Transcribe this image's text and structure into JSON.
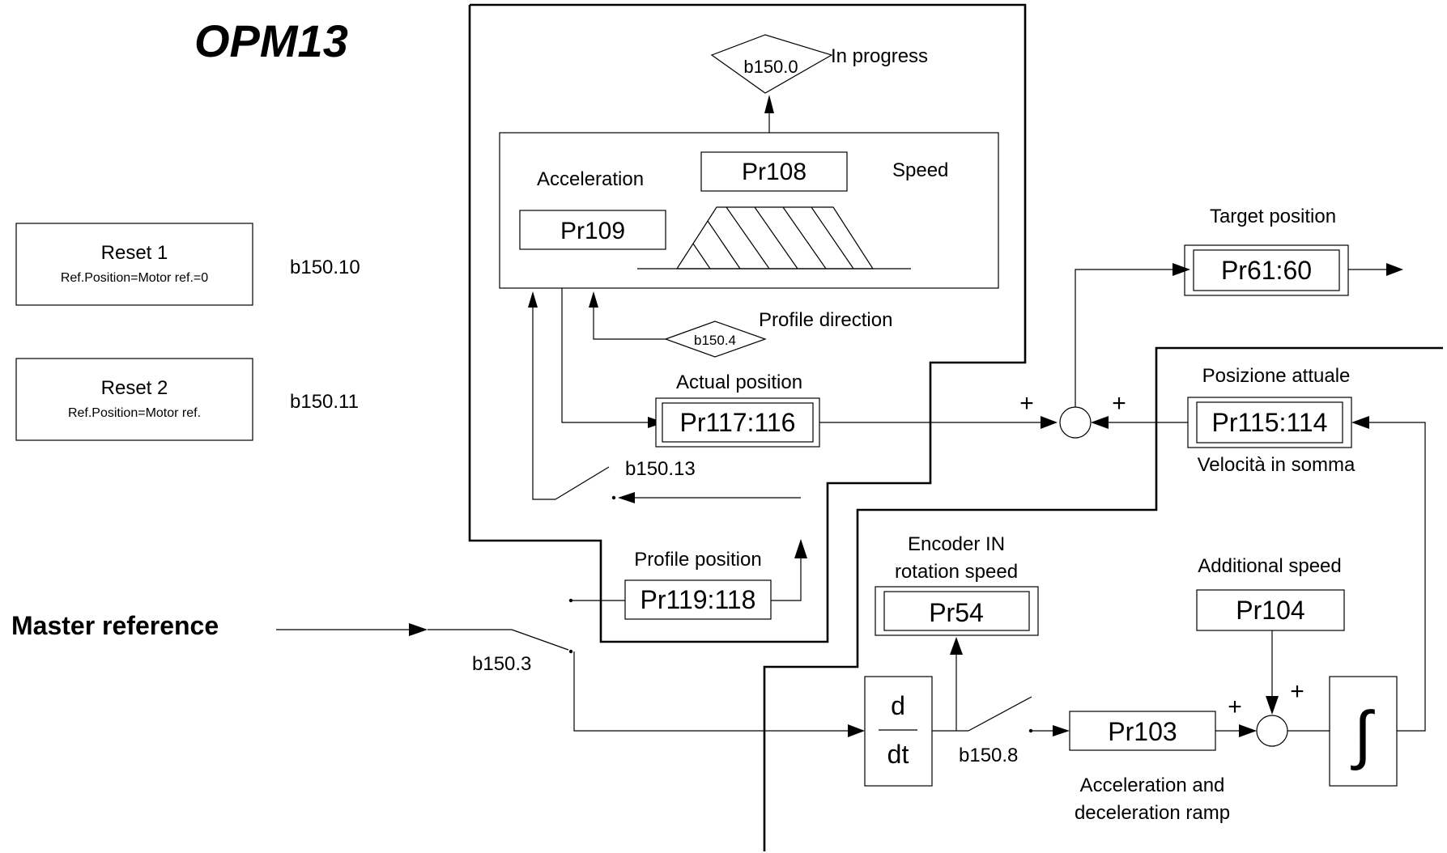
{
  "title": "OPM13",
  "reset1": {
    "title": "Reset 1",
    "subtitle": "Ref.Position=Motor ref.=0",
    "bit": "b150.10"
  },
  "reset2": {
    "title": "Reset 2",
    "subtitle": "Ref.Position=Motor ref.",
    "bit": "b150.11"
  },
  "profile": {
    "in_progress_bit": "b150.0",
    "in_progress_label": "In progress",
    "acceleration_label": "Acceleration",
    "acceleration_param": "Pr109",
    "speed_param": "Pr108",
    "speed_label": "Speed",
    "direction_bit": "b150.4",
    "direction_label": "Profile direction"
  },
  "actual_position": {
    "label": "Actual position",
    "param": "Pr117:116"
  },
  "switch_b150_13": "b150.13",
  "profile_position": {
    "label": "Profile position",
    "param": "Pr119:118"
  },
  "master_reference": "Master reference",
  "switch_b150_3": "b150.3",
  "target_position": {
    "label": "Target position",
    "param": "Pr61:60"
  },
  "posizione_attuale": {
    "label": "Posizione attuale",
    "param": "Pr115:114",
    "sublabel": "Velocità in somma"
  },
  "sum_signs": {
    "left": "+",
    "right": "+"
  },
  "encoder": {
    "label_line1": "Encoder IN",
    "label_line2": "rotation speed",
    "param": "Pr54"
  },
  "derivative": {
    "numerator": "d",
    "denominator": "dt"
  },
  "switch_b150_8": "b150.8",
  "ramp": {
    "param": "Pr103",
    "label_line1": "Acceleration and",
    "label_line2": "deceleration ramp"
  },
  "additional_speed": {
    "label": "Additional speed",
    "param": "Pr104"
  },
  "integrator_symbol": "∫"
}
